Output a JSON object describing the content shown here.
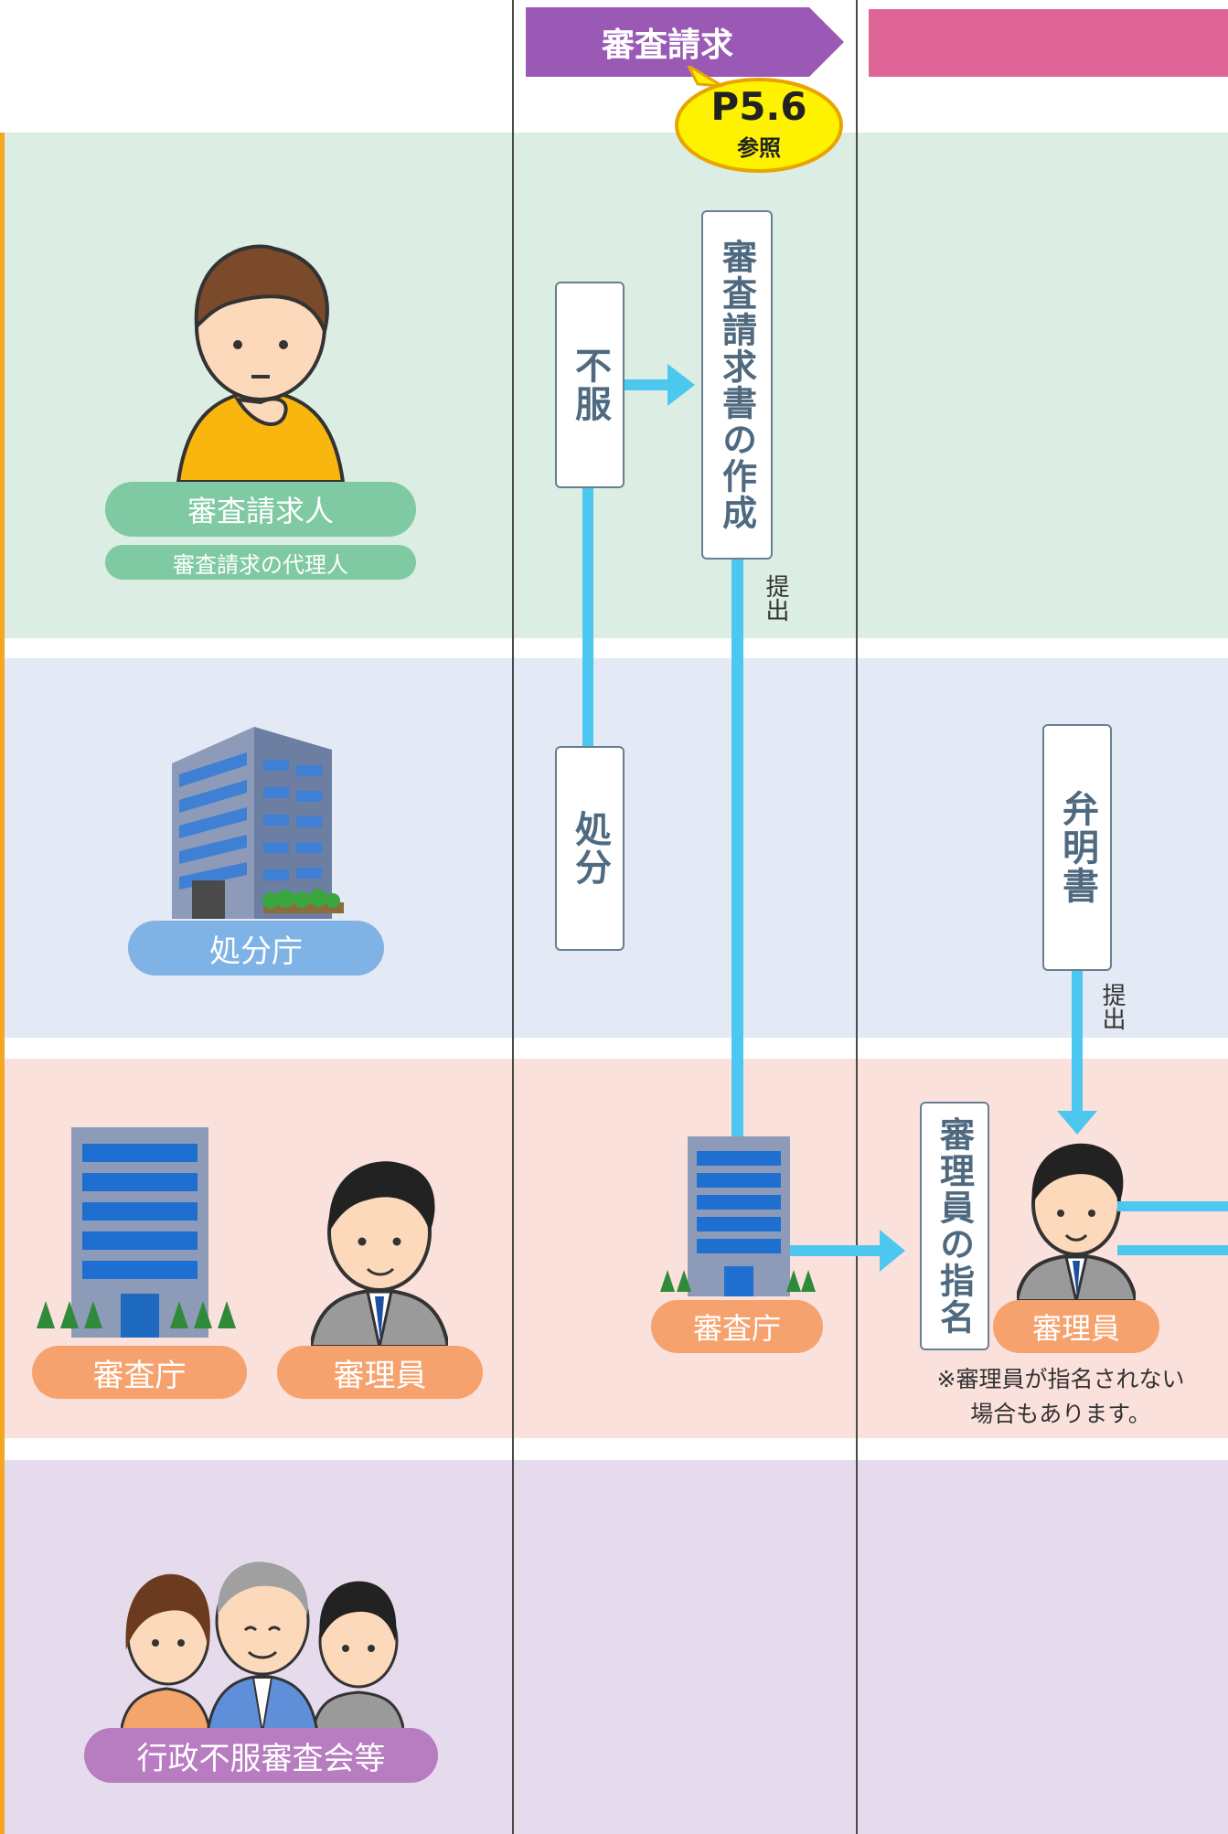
{
  "header": {
    "stage1": "審査請求",
    "badge_main": "P5.6",
    "badge_sub": "参照"
  },
  "rows": {
    "requester": {
      "label": "審査請求人",
      "sub_label": "審査請求の代理人"
    },
    "agency": {
      "label": "処分庁"
    },
    "review": {
      "agency_label": "審査庁",
      "examiner_label": "審理員"
    },
    "council": {
      "label": "行政不服審査会等"
    }
  },
  "flow": {
    "objection": "不服",
    "document_creation": "審査請求書の作成",
    "disposition": "処分",
    "submit_1": "提出",
    "submit_2": "提出",
    "written_explanation": "弁明書",
    "review_agency": "審査庁",
    "examiner_appointment": "審理員の指名",
    "examiner": "審理員",
    "note_line1": "※審理員が指名されない",
    "note_line2": "場合もあります。"
  },
  "colors": {
    "green_band": "#dcede3",
    "blue_band": "#e3e9f5",
    "pink_band": "#fbe1dc",
    "purple_band": "#e6dbec",
    "stage1_arrow": "#9b59b6",
    "stage2_bar": "#e06597",
    "arrow_blue": "#4cc8f0",
    "badge_yellow": "#fff200",
    "pill_green": "#7fc9a3",
    "pill_blue": "#7fb3e6",
    "pill_orange": "#f6a26e",
    "pill_purple": "#b87cc0"
  }
}
